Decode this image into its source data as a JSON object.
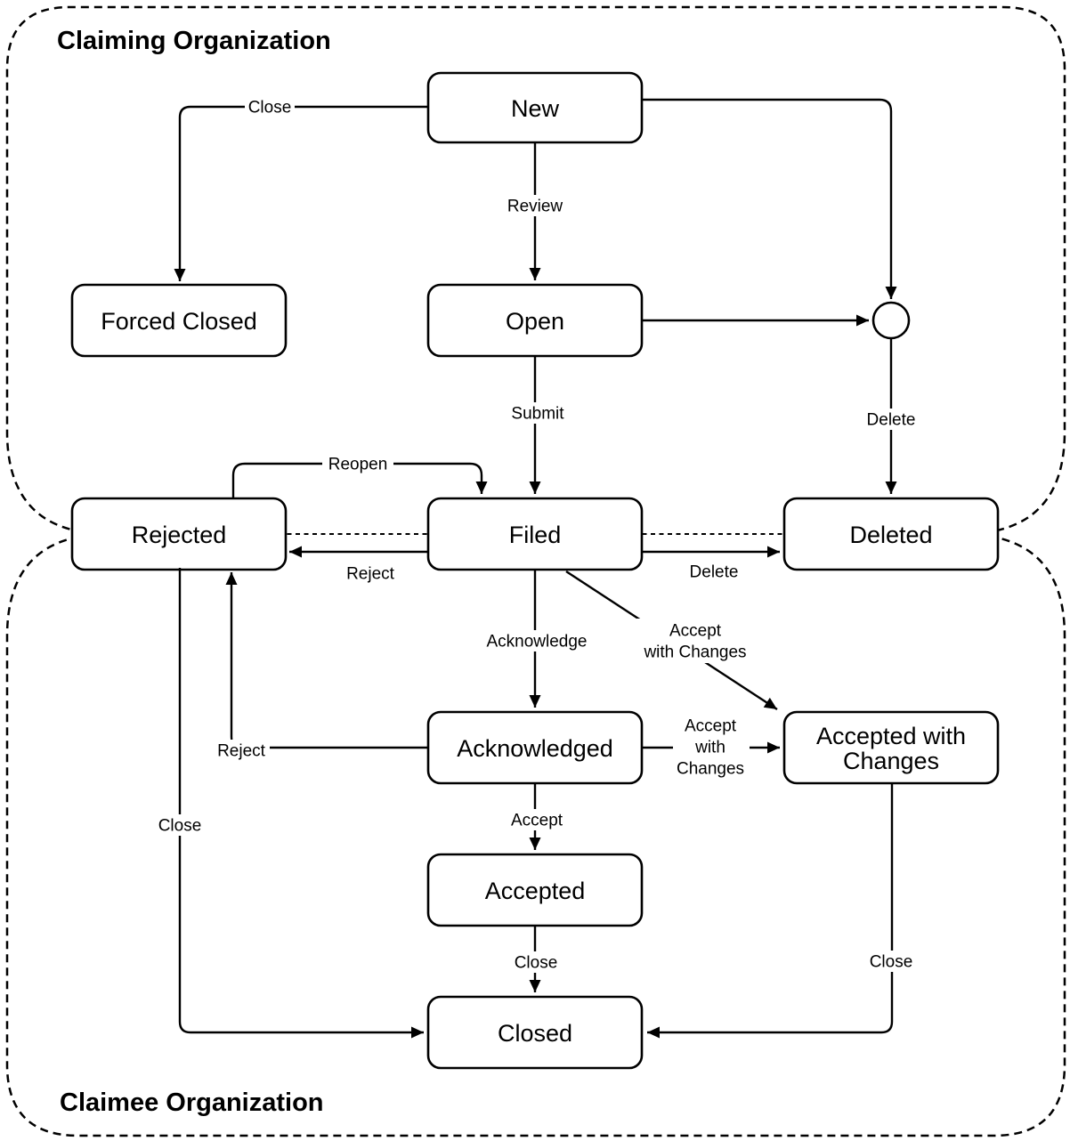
{
  "diagram": {
    "type": "state-flow-diagram",
    "colors": {
      "stroke": "#000000",
      "node_fill": "#ffffff",
      "text": "#000000",
      "background": "#ffffff"
    },
    "lanes": {
      "claiming": {
        "title": "Claiming Organization"
      },
      "claimee": {
        "title": "Claimee Organization"
      }
    },
    "nodes": {
      "new": {
        "label": "New"
      },
      "forced_closed": {
        "label": "Forced Closed"
      },
      "open": {
        "label": "Open"
      },
      "rejected": {
        "label": "Rejected"
      },
      "filed": {
        "label": "Filed"
      },
      "deleted": {
        "label": "Deleted"
      },
      "acknowledged": {
        "label": "Acknowledged"
      },
      "accepted_with_changes": {
        "line1": "Accepted with",
        "line2": "Changes"
      },
      "accepted": {
        "label": "Accepted"
      },
      "closed": {
        "label": "Closed"
      }
    },
    "edge_labels": {
      "close_forced": "Close",
      "review": "Review",
      "submit": "Submit",
      "delete_junction": "Delete",
      "reopen": "Reopen",
      "reject_filed": "Reject",
      "delete_filed": "Delete",
      "acknowledge": "Acknowledge",
      "accept_changes_diag": {
        "line1": "Accept",
        "line2": "with Changes"
      },
      "reject_ack": "Reject",
      "accept_changes_ack": {
        "line1": "Accept",
        "line2": "with",
        "line3": "Changes"
      },
      "accept": "Accept",
      "close_accepted": "Close",
      "close_awc": "Close",
      "close_rejected": "Close"
    }
  }
}
